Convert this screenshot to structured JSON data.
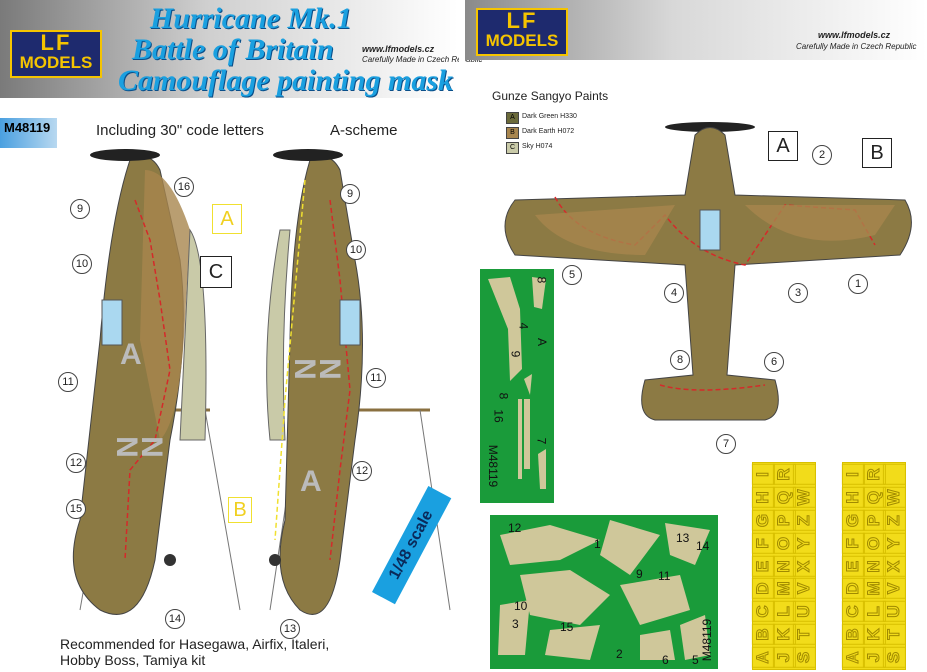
{
  "header": {
    "logo_top": "LF",
    "logo_bottom": "MODELS",
    "title_line1": "Hurricane Mk.1",
    "title_line2": "Battle of Britain",
    "title_line3": "Camouflage painting mask",
    "website": "www.lfmodels.cz",
    "tagline": "Carefully Made in Czech Republic"
  },
  "product_code": "M48119",
  "subtitle_left": "Including 30\" code letters",
  "subtitle_right": "A-scheme",
  "recommended": {
    "line1": "Recommended for Hasegawa, Airfix, Italeri,",
    "line2": "Hobby Boss, Tamiya kit"
  },
  "scale": "1/48 scale",
  "paints": {
    "title": "Gunze Sangyo Paints",
    "items": [
      {
        "key": "A",
        "name": "Dark Green H330",
        "color": "#6b6a3a"
      },
      {
        "key": "B",
        "name": "Dark Earth H072",
        "color": "#a8864e"
      },
      {
        "key": "C",
        "name": "Sky H074",
        "color": "#c9caa8"
      }
    ]
  },
  "callouts_side_left": [
    "16",
    "9",
    "10",
    "11",
    "12",
    "15",
    "14"
  ],
  "callouts_side_right": [
    "9",
    "10",
    "11",
    "12",
    "13"
  ],
  "callout_letters": [
    "A",
    "B",
    "C"
  ],
  "callouts_top": [
    "1",
    "2",
    "3",
    "4",
    "5",
    "6",
    "7",
    "8"
  ],
  "code_letters": [
    "N",
    "N",
    "A"
  ],
  "mask_sheet_1": {
    "labels": [
      "8",
      "4",
      "A",
      "9",
      "8",
      "7",
      "16"
    ],
    "code": "M48119"
  },
  "mask_sheet_2": {
    "labels": [
      "12",
      "1",
      "13",
      "14",
      "9",
      "11",
      "10",
      "3",
      "15",
      "2",
      "6",
      "5"
    ],
    "code": "M48119"
  },
  "letter_sheet": [
    "A",
    "B",
    "C",
    "D",
    "E",
    "F",
    "G",
    "H",
    "I",
    "J",
    "K",
    "L",
    "M",
    "N",
    "O",
    "P",
    "Q",
    "R",
    "S",
    "T",
    "U",
    "V",
    "X",
    "Y",
    "Z",
    "W"
  ],
  "colors": {
    "green": "#6b6a3a",
    "earth": "#a8864e",
    "sky": "#c9caa8",
    "mask_green": "#1a9b3a",
    "mask_tan": "#cfc79a",
    "mask_line": "#d42a2a",
    "letter_yellow": "#f2dc1a",
    "navy": "#1e2a6e",
    "gold": "#f5c400"
  }
}
